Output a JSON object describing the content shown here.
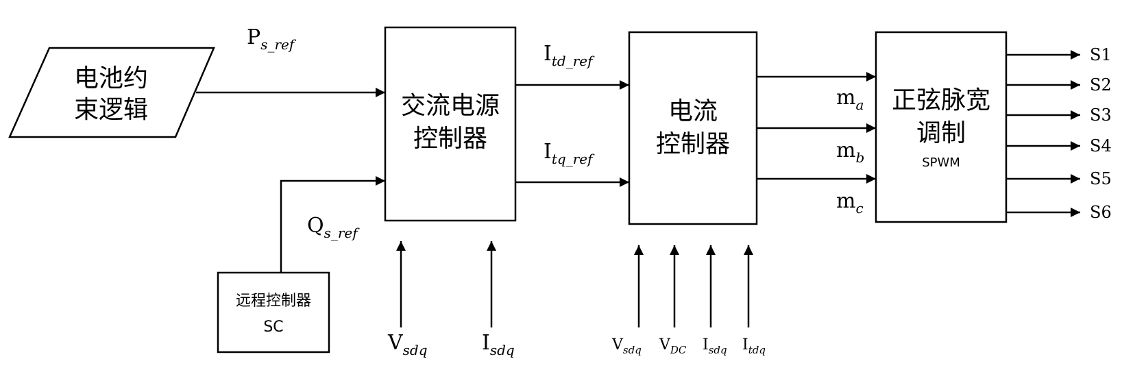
{
  "blocks": {
    "battery_logic": {
      "line1": "电池约",
      "line2": "束逻辑"
    },
    "ac_controller": {
      "line1": "交流电源",
      "line2": "控制器"
    },
    "current_controller": {
      "line1": "电流",
      "line2": "控制器"
    },
    "spwm": {
      "line1": "正弦脉宽",
      "line2": "调制",
      "line3": "SPWM"
    },
    "remote_controller": {
      "line1": "远程控制器",
      "line2": "SC"
    }
  },
  "signals": {
    "p_ref": {
      "base": "P",
      "sub": "s_ref"
    },
    "q_ref": {
      "base": "Q",
      "sub": "s_ref"
    },
    "itd_ref": {
      "base": "I",
      "sub": "td_ref"
    },
    "itq_ref": {
      "base": "I",
      "sub": "tq_ref"
    },
    "ma": {
      "base": "m",
      "sub": "a"
    },
    "mb": {
      "base": "m",
      "sub": "b"
    },
    "mc": {
      "base": "m",
      "sub": "c"
    },
    "vsdq_ac": {
      "base": "V",
      "sub": "sdq"
    },
    "isdq_ac": {
      "base": "I",
      "sub": "sdq"
    },
    "vsdq_cc": {
      "base": "V",
      "sub": "sdq"
    },
    "vdc_cc": {
      "base": "V",
      "sub": "DC"
    },
    "isdq_cc": {
      "base": "I",
      "sub": "sdq"
    },
    "itdq_cc": {
      "base": "I",
      "sub": "tdq"
    }
  },
  "outputs": [
    "S1",
    "S2",
    "S3",
    "S4",
    "S5",
    "S6"
  ]
}
